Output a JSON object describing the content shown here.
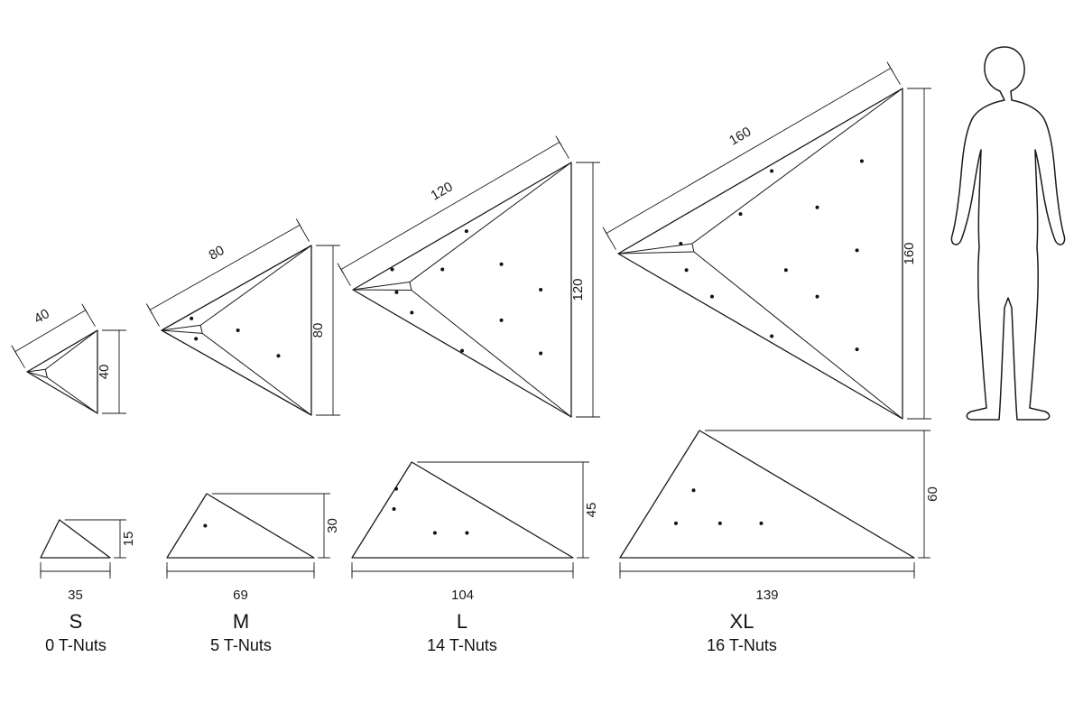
{
  "diagram": {
    "colors": {
      "line": "#1a1a1a",
      "background": "#ffffff",
      "dot": "#111111"
    },
    "figure": {
      "name": "human-silhouette"
    },
    "sizes": [
      {
        "id": "S",
        "label": "S",
        "tnuts": "0 T-Nuts",
        "front": {
          "edge_dim": "40",
          "height_dim": "40"
        },
        "side": {
          "base_dim": "35",
          "height_dim": "15"
        }
      },
      {
        "id": "M",
        "label": "M",
        "tnuts": "5 T-Nuts",
        "front": {
          "edge_dim": "80",
          "height_dim": "80"
        },
        "side": {
          "base_dim": "69",
          "height_dim": "30"
        }
      },
      {
        "id": "L",
        "label": "L",
        "tnuts": "14 T-Nuts",
        "front": {
          "edge_dim": "120",
          "height_dim": "120"
        },
        "side": {
          "base_dim": "104",
          "height_dim": "45"
        }
      },
      {
        "id": "XL",
        "label": "XL",
        "tnuts": "16 T-Nuts",
        "front": {
          "edge_dim": "160",
          "height_dim": "160"
        },
        "side": {
          "base_dim": "139",
          "height_dim": "60"
        }
      }
    ]
  }
}
